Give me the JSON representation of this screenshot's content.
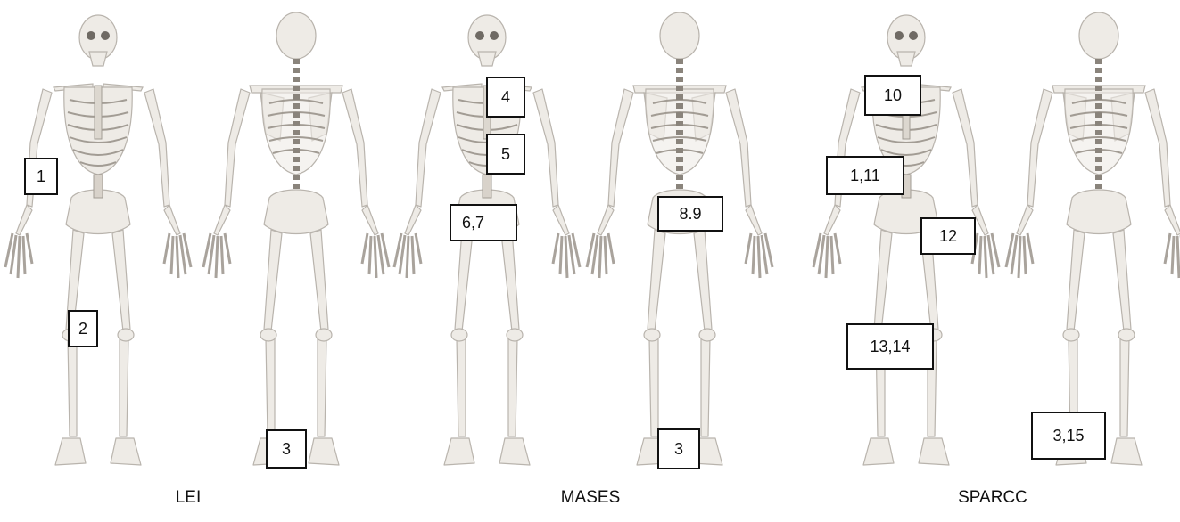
{
  "groups": [
    {
      "caption": "LEI",
      "boxes": [
        "1",
        "2",
        "3"
      ]
    },
    {
      "caption": "MASES",
      "boxes": [
        "4",
        "5",
        "6,7",
        "8.9",
        "3"
      ]
    },
    {
      "caption": "SPARCC",
      "boxes": [
        "10",
        "1,11",
        "12",
        "13,14",
        "3,15"
      ]
    }
  ]
}
